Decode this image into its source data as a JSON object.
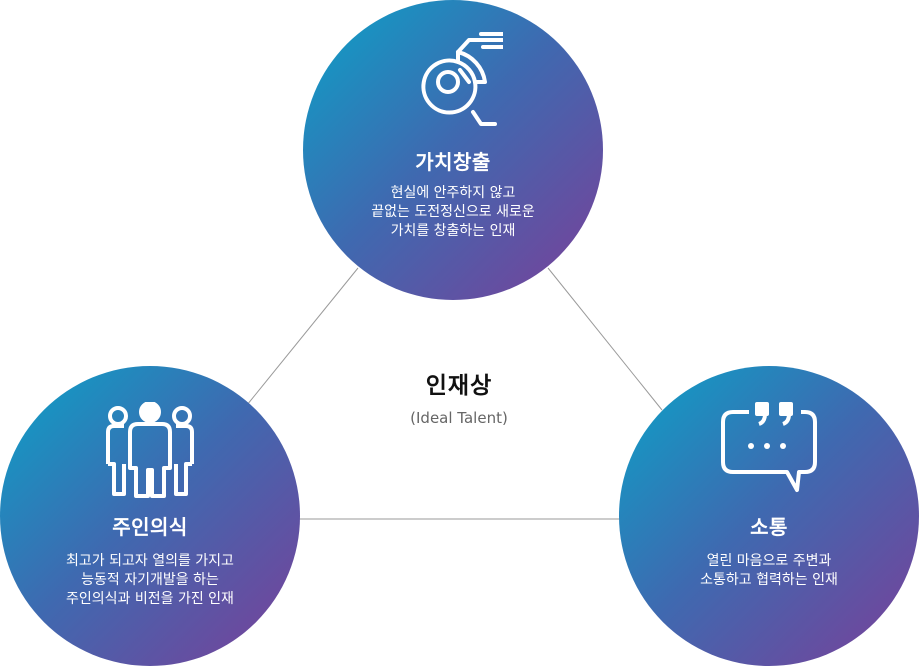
{
  "center": {
    "title": "인재상",
    "subtitle": "(Ideal Talent)"
  },
  "nodes": {
    "value_creation": {
      "title": "가치창출",
      "lines": [
        "현실에 안주하지 않고",
        "끝없는 도전정신으로 새로운",
        "가치를 창출하는 인재"
      ],
      "icon": "target-chart-icon"
    },
    "ownership": {
      "title": "주인의식",
      "lines": [
        "최고가 되고자 열의를 가지고",
        "능동적 자기개발을 하는",
        "주인의식과 비전을 가진 인재"
      ],
      "icon": "people-group-icon"
    },
    "communication": {
      "title": "소통",
      "lines": [
        "열린 마음으로 주변과",
        "소통하고 협력하는 인재"
      ],
      "icon": "speech-bubble-icon"
    }
  },
  "colors": {
    "gradient_start": "#0aa3c8",
    "gradient_mid": "#3f69b0",
    "gradient_end": "#7b3f98",
    "connector_line": "#9a9a9a"
  }
}
